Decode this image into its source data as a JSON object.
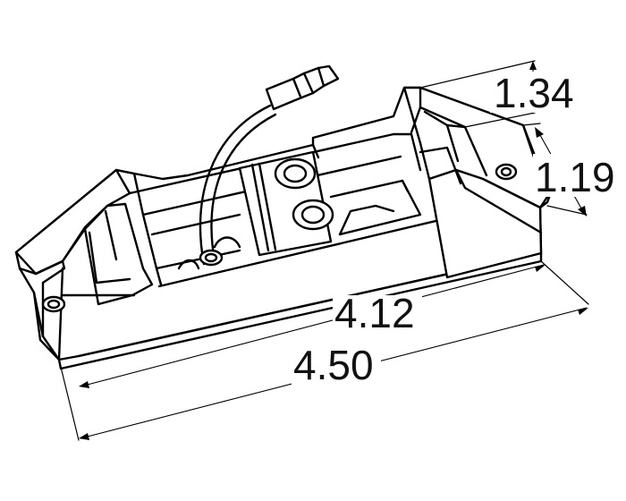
{
  "dimensions": {
    "height_total": "1.34",
    "height_body": "1.19",
    "length_inner": "4.12",
    "length_overall": "4.50"
  },
  "colors": {
    "line": "#000000",
    "background": "#ffffff"
  }
}
